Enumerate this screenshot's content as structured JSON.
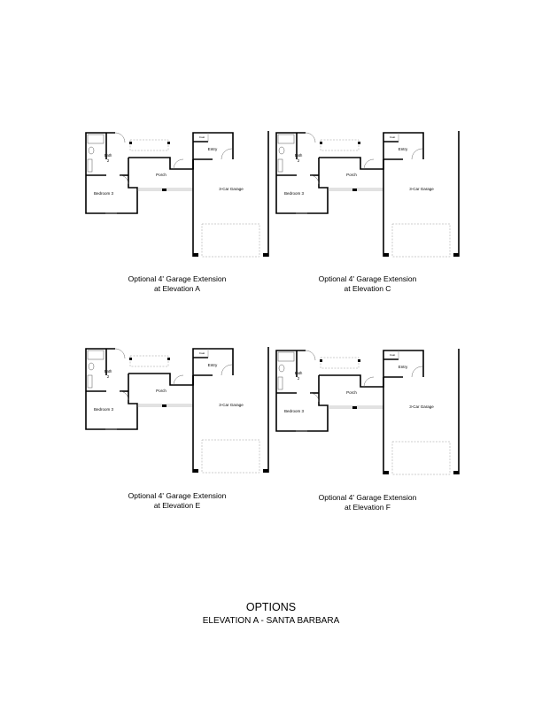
{
  "plans": [
    {
      "caption_line1": "Optional 4' Garage Extension",
      "caption_line2": "at Elevation A"
    },
    {
      "caption_line1": "Optional 4' Garage Extension",
      "caption_line2": "at Elevation C"
    },
    {
      "caption_line1": "Optional 4' Garage Extension",
      "caption_line2": "at Elevation E"
    },
    {
      "caption_line1": "Optional 4' Garage Extension",
      "caption_line2": "at Elevation F"
    }
  ],
  "rooms": {
    "bath": "Bath",
    "bath_num": "2",
    "porch": "Porch",
    "bedroom": "Bedroom 3",
    "garage": "3-Car Garage",
    "entry": "Entry",
    "coat": "Coat"
  },
  "footer": {
    "title": "OPTIONS",
    "subtitle": "ELEVATION A - SANTA BARBARA"
  }
}
